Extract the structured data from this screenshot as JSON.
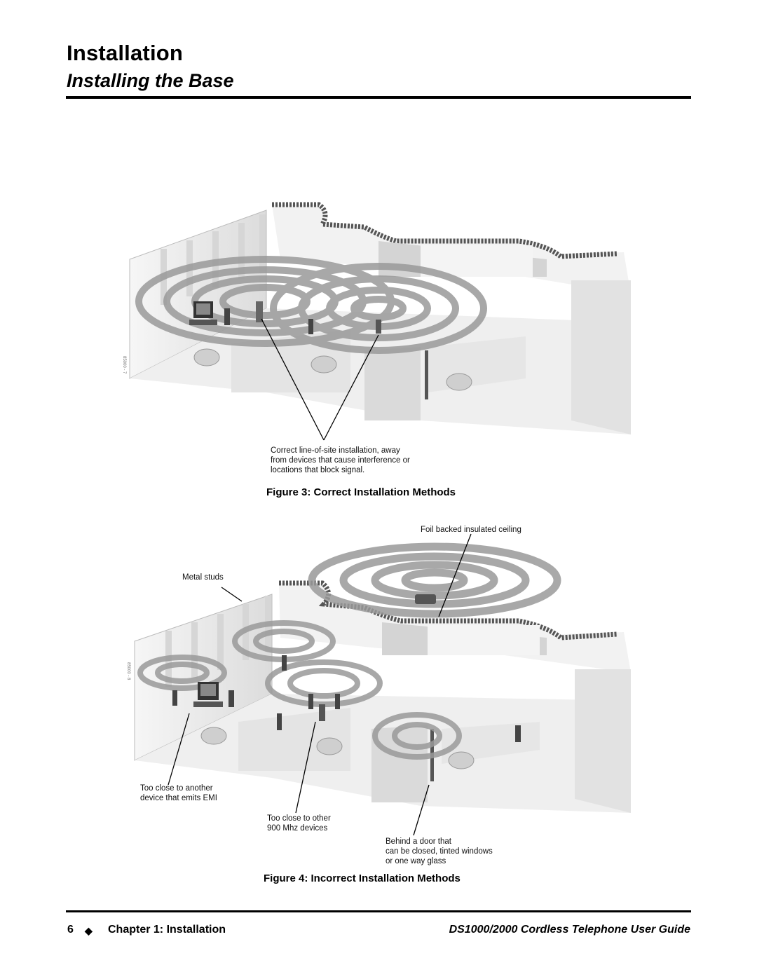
{
  "header": {
    "section_title": "Installation",
    "subtitle": "Installing the Base"
  },
  "figure3": {
    "caption": "Figure 3: Correct Installation Methods",
    "callout": "Correct line-of-site installation, away\nfrom devices that cause interference or\nlocations that block signal.",
    "code": "85000 - 7"
  },
  "figure4": {
    "caption": "Figure 4: Incorrect Installation Methods",
    "callout_ceiling": "Foil backed insulated ceiling",
    "callout_studs": "Metal studs",
    "callout_emi": "Too close to another\ndevice that emits EMI",
    "callout_900": "Too close to other\n900 Mhz devices",
    "callout_door": "Behind a door that\ncan be closed, tinted windows\nor one way glass",
    "code": "85000 - 8"
  },
  "footer": {
    "page_number": "6",
    "bullet": "◆",
    "chapter": "Chapter 1: Installation",
    "guide_title": "DS1000/2000 Cordless Telephone User Guide"
  },
  "colors": {
    "text": "#000000",
    "rule": "#000000",
    "signal_ring": "#9a9a9a",
    "wall": "#e9e9e9",
    "foil_ceiling": "#6f6f6f"
  }
}
